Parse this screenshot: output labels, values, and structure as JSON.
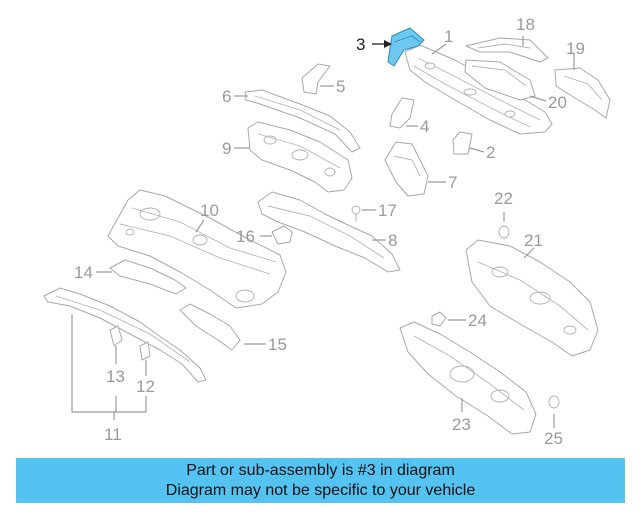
{
  "highlighted_part": "3",
  "callouts": {
    "c1": "1",
    "c2": "2",
    "c3": "3",
    "c4": "4",
    "c5": "5",
    "c6": "6",
    "c7": "7",
    "c8": "8",
    "c9": "9",
    "c10": "10",
    "c11": "11",
    "c12": "12",
    "c13": "13",
    "c14": "14",
    "c15": "15",
    "c16": "16",
    "c17": "17",
    "c18": "18",
    "c19": "19",
    "c20": "20",
    "c21": "21",
    "c22": "22",
    "c23": "23",
    "c24": "24",
    "c25": "25"
  },
  "banner": {
    "line1": "Part or sub-assembly is #3 in diagram",
    "line2": "Diagram may not be specific to your vehicle"
  },
  "colors": {
    "highlight": "#6cc8ee",
    "banner": "#54c3f1",
    "outline": "#a8a8a8"
  }
}
